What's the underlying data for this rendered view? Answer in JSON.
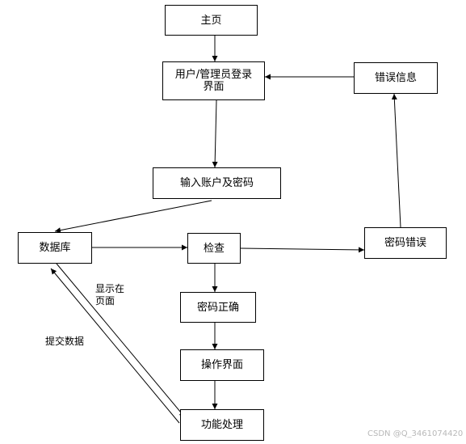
{
  "nodes": {
    "home": "主页",
    "login": "用户/管理员登录\n界面",
    "error_info": "错误信息",
    "input": "输入账户及密码",
    "database": "数据库",
    "check": "检查",
    "wrong_pwd": "密码错误",
    "correct_pwd": "密码正确",
    "operate": "操作界面",
    "function": "功能处理"
  },
  "labels": {
    "display_line1": "显示在",
    "display_line2": "页面",
    "submit": "提交数据"
  },
  "watermark": "CSDN @Q_3461074420"
}
